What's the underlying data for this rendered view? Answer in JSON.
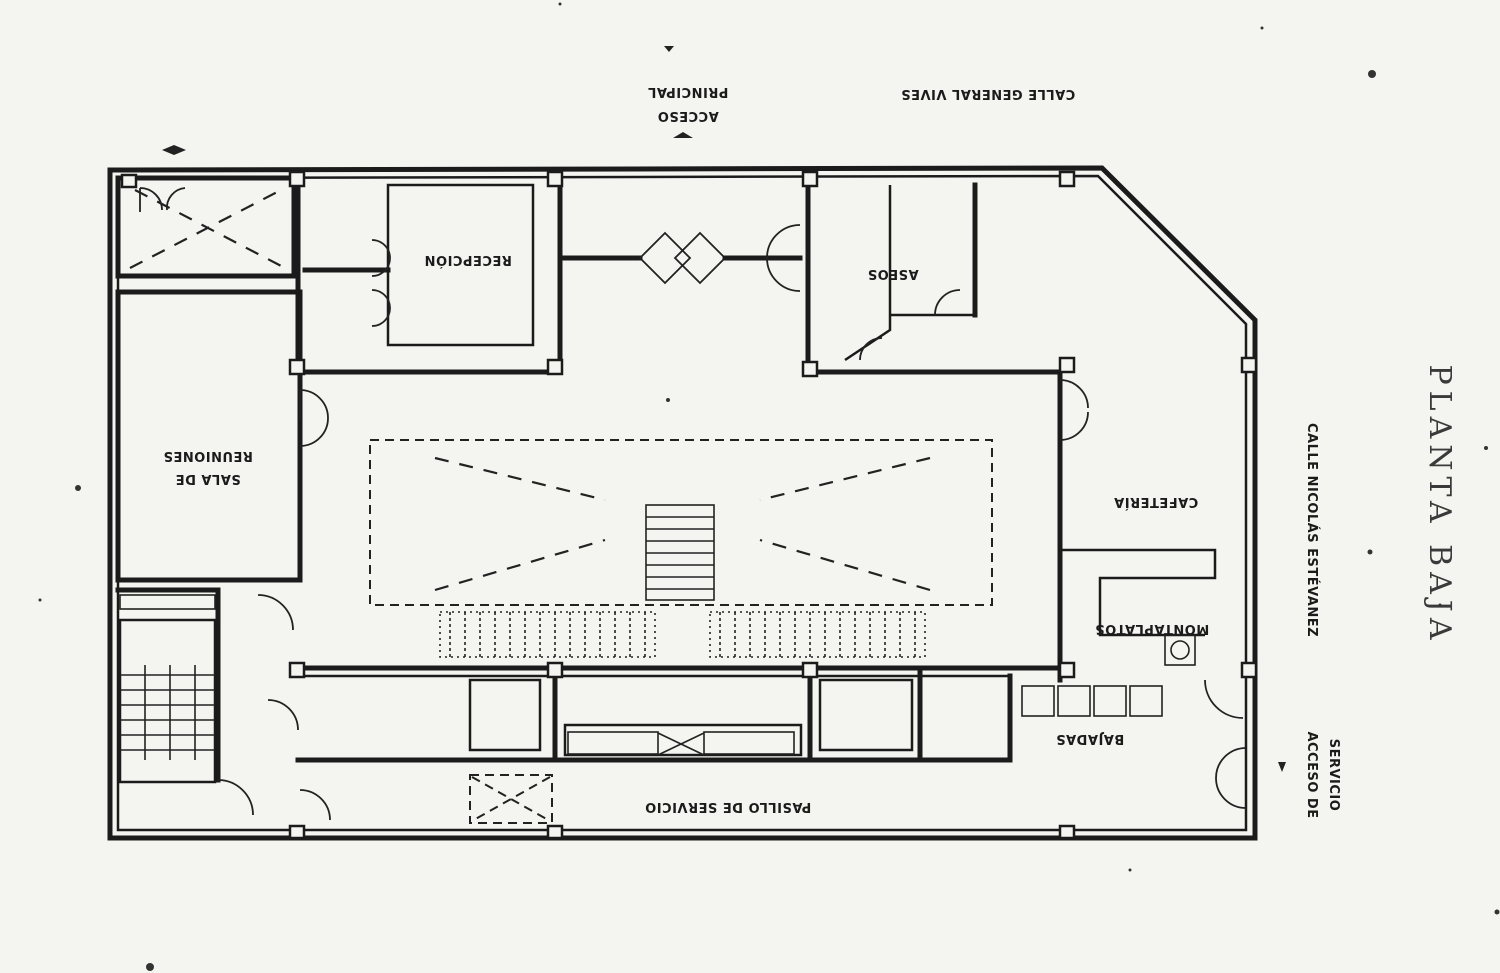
{
  "plan": {
    "title": "PLANTA BAJA",
    "streets": {
      "north": "CALLE GENERAL VIVES",
      "east": "CALLE NICOLÁS ESTÉVANEZ"
    },
    "access": {
      "main": [
        "ACCESO",
        "PRINCIPAL"
      ],
      "service": [
        "ACCESO DE",
        "SERVICIO"
      ]
    },
    "rooms": {
      "recepcion": "RECEPCIÓN",
      "aseos": "ASEOS",
      "sala_reuniones": [
        "SALA DE",
        "REUNIONES"
      ],
      "cafeteria": "CAFETERÍA",
      "ascensores": "MONTAPLATOS",
      "bajadas": "BAJADAS",
      "pasillo_servicio": "PASILLO DE SERVICIO"
    }
  }
}
